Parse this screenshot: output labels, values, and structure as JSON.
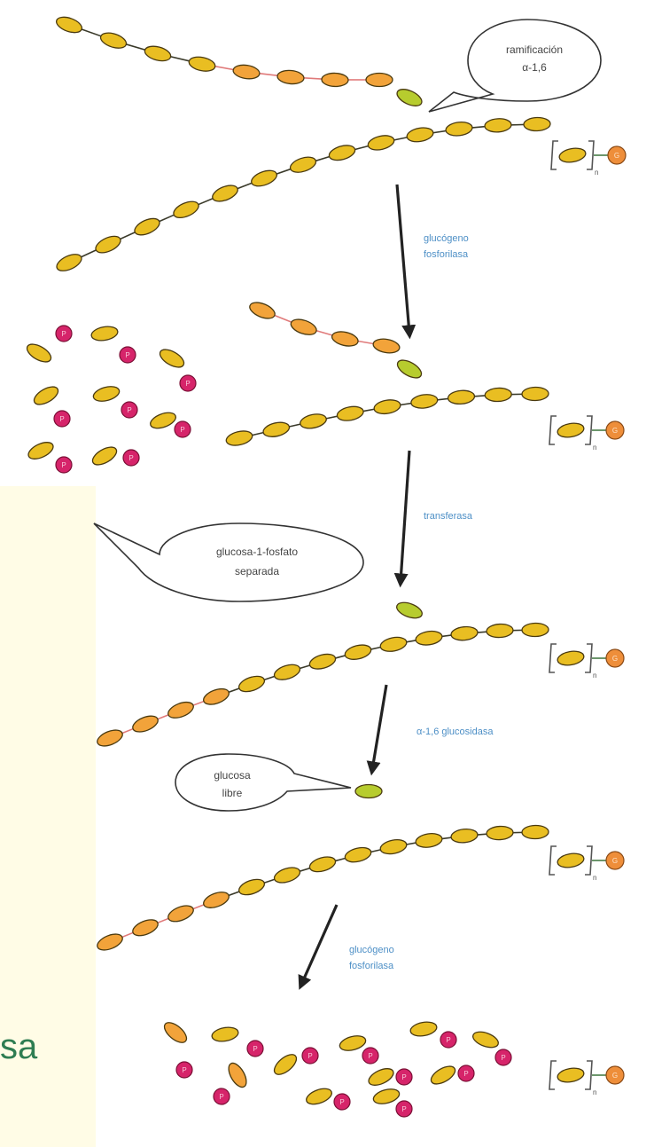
{
  "colors": {
    "chain_yellow": "#E9BE22",
    "chain_orange": "#F2A33A",
    "branch_green": "#B7CC2E",
    "link_line": "#3A3A2A",
    "link_line_pink": "#E07A7A",
    "phosphate_magenta": "#D6246A",
    "ending_circle": "#EE8E3A",
    "enzyme_blue": "#4D8FC6",
    "arrow": "#222222",
    "left_panel": "#FFFCE6"
  },
  "icons": {
    "glucose": "glucose-unit-icon",
    "phosphate": "phosphate-icon",
    "reducing_end": "reducing-end-icon",
    "arrow": "reaction-arrow-icon"
  },
  "bubbles": {
    "branch": [
      "ramificación",
      "α-1,6"
    ],
    "g1p": [
      "glucosa-1-fosfato",
      "separada"
    ],
    "free": [
      "glucosa",
      "libre"
    ]
  },
  "enzymes": {
    "step1": [
      "glucógeno",
      "fosforilasa"
    ],
    "step2": [
      "transferasa"
    ],
    "step3": [
      "α-1,6 glucosidasa"
    ],
    "step4": [
      "glucógeno",
      "fosforilasa"
    ]
  },
  "left_edge_text": {
    "big": "sa"
  },
  "chain_end": {
    "subscript": "n",
    "circle_label": "G",
    "phosphate_label": "P"
  }
}
